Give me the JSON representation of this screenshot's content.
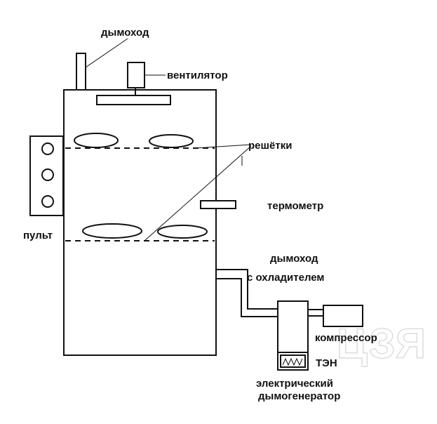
{
  "labels": {
    "chimney": "дымоход",
    "fan": "вентилятор",
    "grates": "решётки",
    "thermometer": "термометр",
    "remote": "пульт",
    "chimney_cooler_line1": "дымоход",
    "chimney_cooler_line2": "с охладителем",
    "compressor": "компрессор",
    "heater": "ТЭН",
    "generator_line1": "электрический",
    "generator_line2": "дымогенератор"
  },
  "watermark": "ЦЗЯ",
  "colors": {
    "ink": "#111111",
    "background": "#ffffff",
    "watermark": "#dddddd"
  }
}
